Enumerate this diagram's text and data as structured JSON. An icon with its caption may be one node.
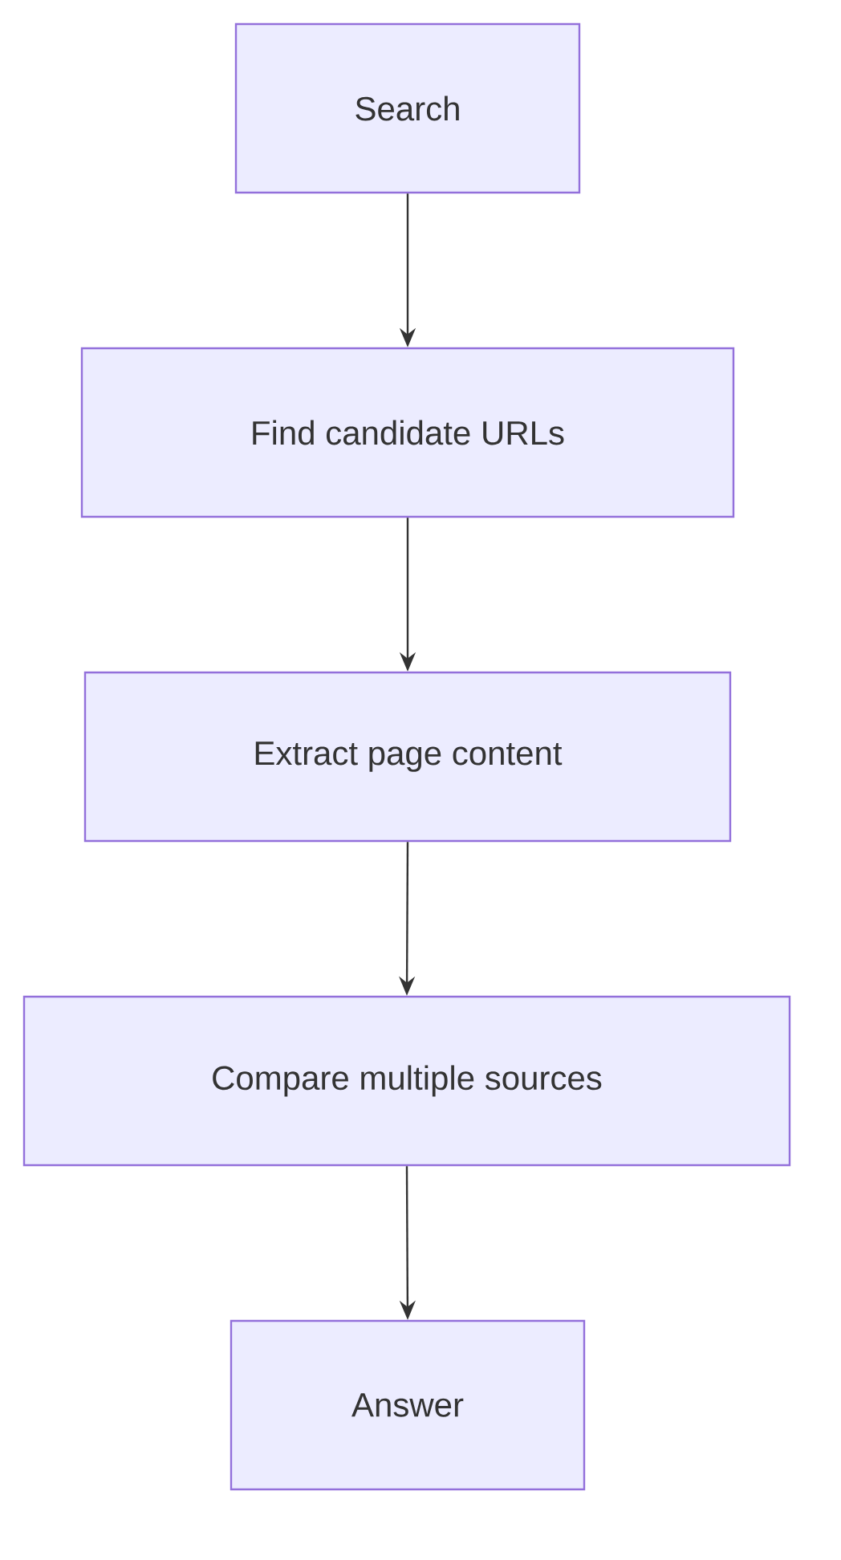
{
  "diagram": {
    "nodes": [
      {
        "text": [
          "Search"
        ]
      },
      {
        "text": [
          "Find candidate URLs"
        ]
      },
      {
        "text": [
          "Extract page content"
        ]
      },
      {
        "text": [
          "Compare multiple sources"
        ]
      },
      {
        "text": [
          "Answer"
        ]
      }
    ],
    "edges": [
      {
        "from": 0,
        "to": 1,
        "arrow": "to"
      },
      {
        "from": 1,
        "to": 2,
        "arrow": "to"
      },
      {
        "from": 2,
        "to": 3,
        "arrow": "to"
      },
      {
        "from": 3,
        "to": 4,
        "arrow": "to"
      }
    ]
  }
}
